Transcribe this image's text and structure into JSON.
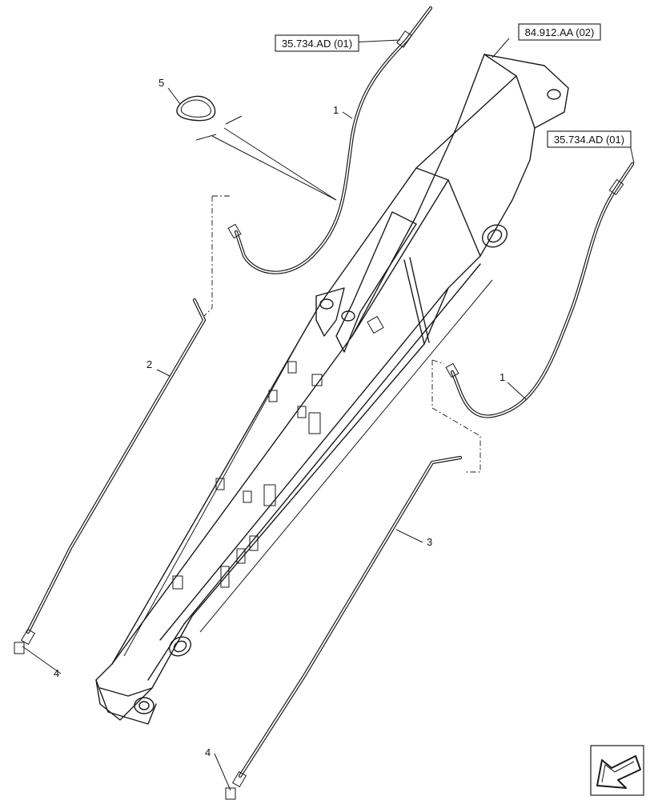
{
  "refs": {
    "ref_hose_top": "35.734.AD (01)",
    "ref_boom": "84.912.AA (02)",
    "ref_hose_right": "35.734.AD (01)"
  },
  "callouts": {
    "c1_top": "1",
    "c1_right": "1",
    "c2": "2",
    "c3": "3",
    "c4_left": "4",
    "c4_bottom": "4",
    "c5": "5"
  },
  "icons": {
    "nav": "arrow-icon"
  }
}
